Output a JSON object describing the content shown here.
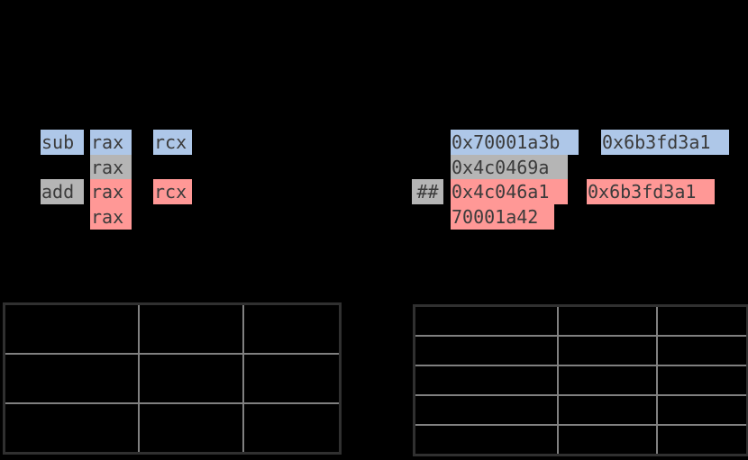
{
  "figure": {
    "background": "#000000",
    "text_color": "#3b3b3b",
    "colors": {
      "highlight_blue": "#aec7e8",
      "highlight_gray": "#b5b5b5",
      "highlight_pink": "#ff9896",
      "grid_line": "#808080",
      "grid_outer": "#303030"
    }
  },
  "instruction_panel": {
    "rows": [
      {
        "id": "row-1",
        "mnemonic": {
          "text": "sub",
          "highlight": "blue"
        },
        "operand1": {
          "text": "rax",
          "highlight": "blue"
        },
        "operand2": {
          "text": "rcx",
          "highlight": "blue"
        }
      },
      {
        "id": "row-2",
        "mnemonic": {
          "text": "",
          "highlight": "none"
        },
        "operand1": {
          "text": "rax",
          "highlight": "gray"
        },
        "operand2": {
          "text": "",
          "highlight": "none"
        }
      },
      {
        "id": "row-3",
        "mnemonic": {
          "text": "add",
          "highlight": "gray"
        },
        "operand1": {
          "text": "rax",
          "highlight": "pink"
        },
        "operand2": {
          "text": "rcx",
          "highlight": "pink"
        }
      },
      {
        "id": "row-4",
        "mnemonic": {
          "text": "",
          "highlight": "none"
        },
        "operand1": {
          "text": "rax",
          "highlight": "pink"
        },
        "operand2": {
          "text": "",
          "highlight": "none"
        }
      }
    ]
  },
  "value_panel": {
    "marker": {
      "text": "##",
      "highlight": "gray"
    },
    "rows": [
      {
        "id": "val-row-1",
        "value1": {
          "text": "0x70001a3b",
          "highlight": "blue"
        },
        "value2": {
          "text": "0x6b3fd3a1",
          "highlight": "blue"
        }
      },
      {
        "id": "val-row-2",
        "value1": {
          "text": "0x4c0469a",
          "highlight": "gray"
        },
        "value2": {
          "text": "",
          "highlight": "none"
        }
      },
      {
        "id": "val-row-3",
        "value1": {
          "text": "0x4c046a1",
          "highlight": "pink"
        },
        "value2": {
          "text": "0x6b3fd3a1",
          "highlight": "pink"
        }
      },
      {
        "id": "val-row-4",
        "value1": {
          "text": "70001a42",
          "highlight": "pink"
        },
        "value2": {
          "text": "",
          "highlight": "none"
        }
      }
    ]
  },
  "table_left": {
    "rows": [
      [
        "",
        "",
        ""
      ],
      [
        "",
        "",
        ""
      ],
      [
        "",
        "",
        ""
      ]
    ]
  },
  "table_right": {
    "rows": [
      [
        "",
        "",
        ""
      ],
      [
        "",
        "",
        ""
      ],
      [
        "",
        "",
        ""
      ],
      [
        "",
        "",
        ""
      ],
      [
        "",
        "",
        ""
      ]
    ]
  }
}
